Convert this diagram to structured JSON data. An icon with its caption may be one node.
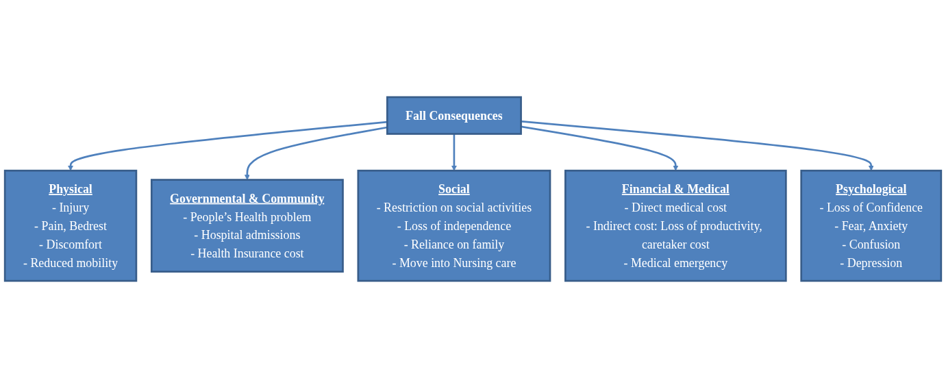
{
  "diagram": {
    "nodes": [
      {
        "text": [
          "Fall Consequences"
        ]
      },
      {
        "text": [
          "Physical",
          "- Injury",
          "- Pain, Bedrest",
          "- Discomfort",
          "- Reduced mobility"
        ]
      },
      {
        "text": [
          "Social",
          "- Restriction on social activities",
          "- Loss of independence",
          "- Reliance on family",
          "- Move into Nursing care"
        ]
      },
      {
        "text": [
          "Psychological",
          "- Loss of Confidence",
          "- Fear, Anxiety",
          "- Confusion",
          "- Depression"
        ]
      },
      {
        "text": [
          "Governmental & Community",
          "- People’s Health problem",
          "- Hospital admissions",
          "- Health Insurance cost"
        ]
      },
      {
        "text": [
          "Financial & Medical",
          "- Direct medical cost",
          "- Indirect cost: Loss of productivity, caretaker cost",
          "- Medical emergency"
        ]
      }
    ],
    "edges": [
      {
        "from": 0,
        "to": 1,
        "arrow": "to"
      },
      {
        "from": 0,
        "to": 4,
        "arrow": "to"
      },
      {
        "from": 0,
        "to": 2,
        "arrow": "to"
      },
      {
        "from": 0,
        "to": 5,
        "arrow": "to"
      },
      {
        "from": 0,
        "to": 3,
        "arrow": "to"
      }
    ]
  }
}
